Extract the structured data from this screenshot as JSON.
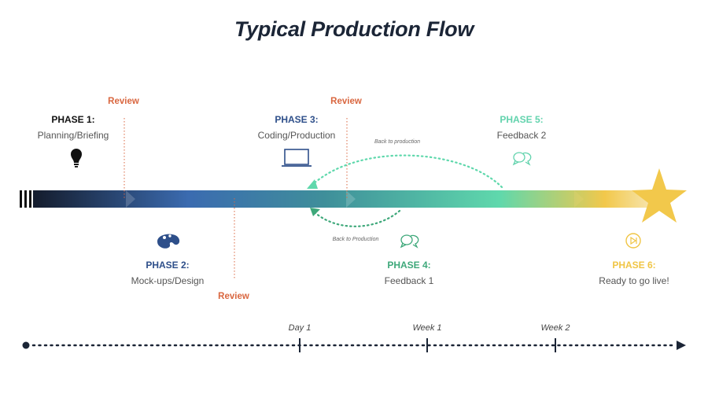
{
  "title": "Typical Production Flow",
  "phases": [
    {
      "title": "PHASE 1:",
      "subtitle": "Planning/Briefing",
      "icon": "lightbulb-icon",
      "color": "#111111"
    },
    {
      "title": "PHASE 2:",
      "subtitle": "Mock-ups/Design",
      "icon": "palette-icon",
      "color": "#2e4f8a"
    },
    {
      "title": "PHASE 3:",
      "subtitle": "Coding/Production",
      "icon": "laptop-icon",
      "color": "#2e4f8a"
    },
    {
      "title": "PHASE 4:",
      "subtitle": "Feedback 1",
      "icon": "chat-bubbles-icon",
      "color": "#3ea87a"
    },
    {
      "title": "PHASE 5:",
      "subtitle": "Feedback 2",
      "icon": "chat-bubbles-icon",
      "color": "#62d3ad"
    },
    {
      "title": "PHASE 6:",
      "subtitle": "Ready to go live!",
      "icon": "play-button-icon",
      "color": "#f0c545"
    }
  ],
  "reviews": [
    "Review",
    "Review",
    "Review"
  ],
  "review_color": "#d9663f",
  "loops": {
    "upper": "Back to production",
    "lower": "Back to Production"
  },
  "timeline": {
    "markers": [
      "Day 1",
      "Week 1",
      "Week 2"
    ],
    "color": "#1b2536"
  },
  "gradient_colors": [
    "#1b2536",
    "#3b6bb0",
    "#3f8f9a",
    "#5fd8ac",
    "#f2c84b"
  ],
  "goal_icon": "star-icon"
}
